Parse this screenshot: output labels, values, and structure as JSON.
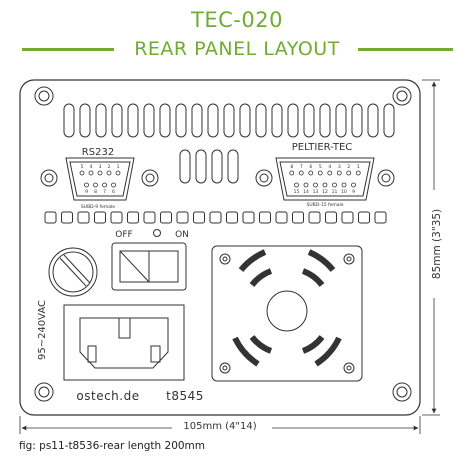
{
  "header": {
    "title": "TEC-020",
    "subtitle": "REAR PANEL LAYOUT"
  },
  "panel": {
    "rs232_label": "RS232",
    "rs232_caption": "SUBD-9 female",
    "rs232_top_pins": [
      "5",
      "4",
      "3",
      "2",
      "1"
    ],
    "rs232_bottom_pins": [
      "9",
      "8",
      "7",
      "6"
    ],
    "peltier_label": "PELTIER-TEC",
    "peltier_caption": "SUBD-15 female",
    "peltier_top_pins": [
      "8",
      "7",
      "6",
      "5",
      "4",
      "3",
      "2",
      "1"
    ],
    "peltier_bottom_pins": [
      "15",
      "14",
      "13",
      "12",
      "11",
      "10",
      "9"
    ],
    "off_label": "OFF",
    "on_label": "ON",
    "voltage_label": "95~240VAC",
    "website": "ostech.de",
    "serial": "t8545"
  },
  "dimensions": {
    "width_label": "105mm (4\"14)",
    "height_label": "85mm (3\"35)"
  },
  "caption": "fig: ps11-t8536-rear  length 200mm",
  "colors": {
    "accent": "#6fac2f",
    "line": "#333333"
  }
}
